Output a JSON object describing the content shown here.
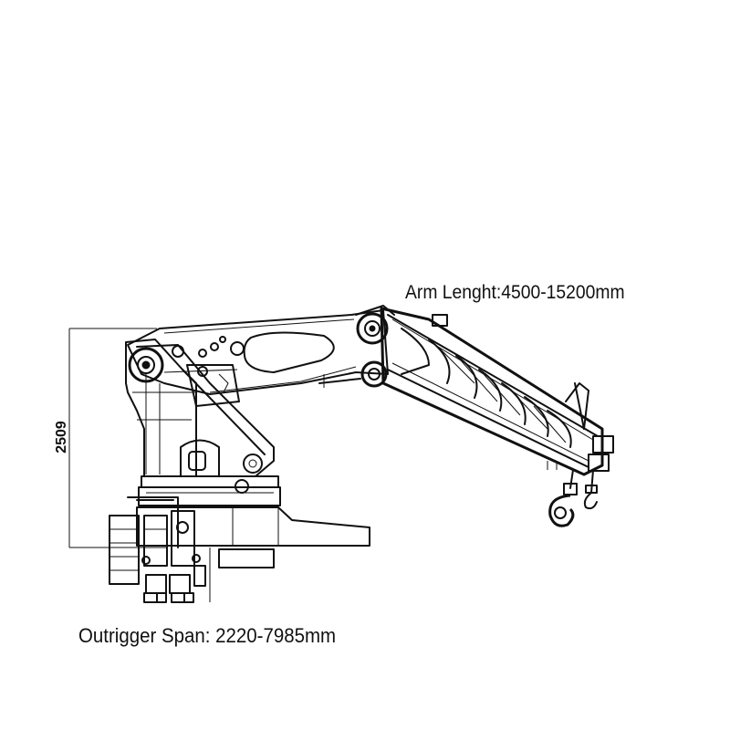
{
  "labels": {
    "arm_length": "Arm Lenght:4500-15200mm",
    "outrigger_span": "Outrigger Span: 2220-7985mm",
    "height": "2509"
  },
  "colors": {
    "line": "#111111",
    "background": "#ffffff"
  },
  "drawing": {
    "subject": "folding-boom-crane-side-view"
  }
}
